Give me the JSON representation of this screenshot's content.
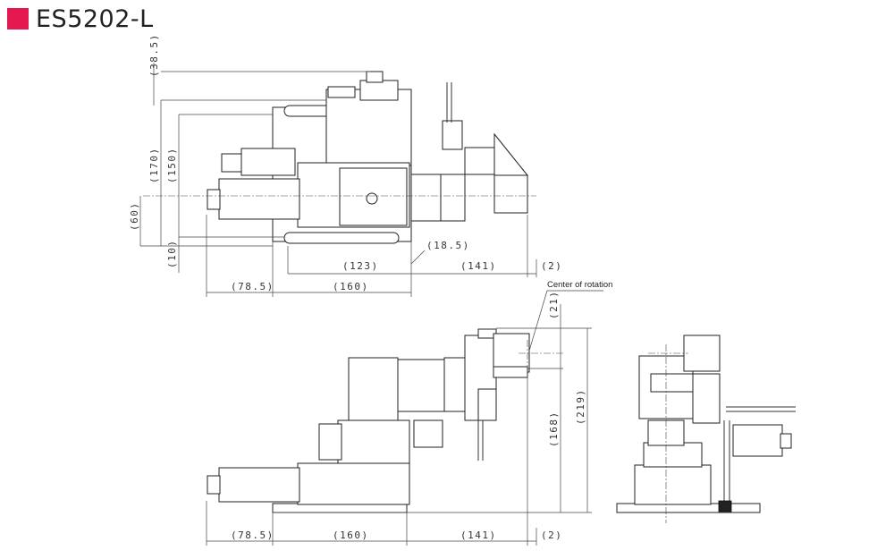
{
  "title": {
    "text": "ES5202-L",
    "swatch_color": "#e5194f"
  },
  "note": {
    "center_of_rotation": "Center of rotation"
  },
  "dims": {
    "top": {
      "h_38_5": "(38.5)",
      "h_170": "(170)",
      "h_150": "(150)",
      "h_60": "(60)",
      "h_10": "(10)",
      "d_18_5": "(18.5)",
      "d_123": "(123)",
      "d_141": "(141)",
      "d_2": "(2)",
      "d_78_5": "(78.5)",
      "d_160": "(160)"
    },
    "side": {
      "h_21": "(21)",
      "h_219": "(219)",
      "h_168": "(168)",
      "d_78_5": "(78.5)",
      "d_160": "(160)",
      "d_141": "(141)",
      "d_2": "(2)"
    }
  },
  "colors": {
    "line": "#333333",
    "accent": "#e5194f"
  }
}
